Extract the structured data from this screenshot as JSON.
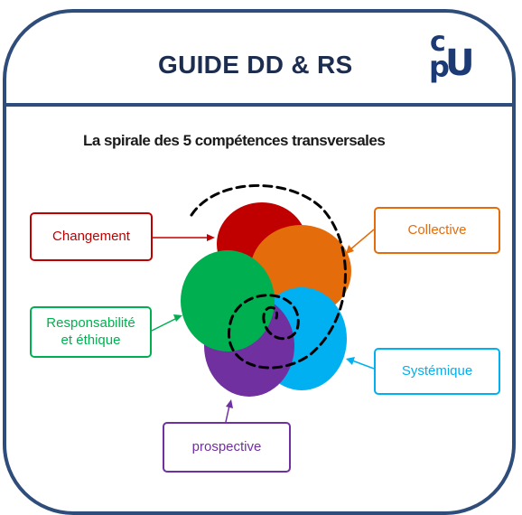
{
  "header": {
    "title": "GUIDE DD & RS",
    "logo": {
      "c": "c",
      "p": "p",
      "u": "U"
    }
  },
  "diagram": {
    "subtitle": "La spirale des 5 compétences transversales",
    "labels": {
      "changement": "Changement",
      "collective": "Collective",
      "responsabilite": "Responsabilité\net éthique",
      "systemique": "Systémique",
      "prospective": "prospective"
    },
    "colors": {
      "changement": "#c00000",
      "collective": "#e46c0a",
      "responsabilite": "#00b050",
      "systemique": "#00b0f0",
      "prospective": "#7030a0",
      "frame": "#2e4d7b"
    }
  }
}
